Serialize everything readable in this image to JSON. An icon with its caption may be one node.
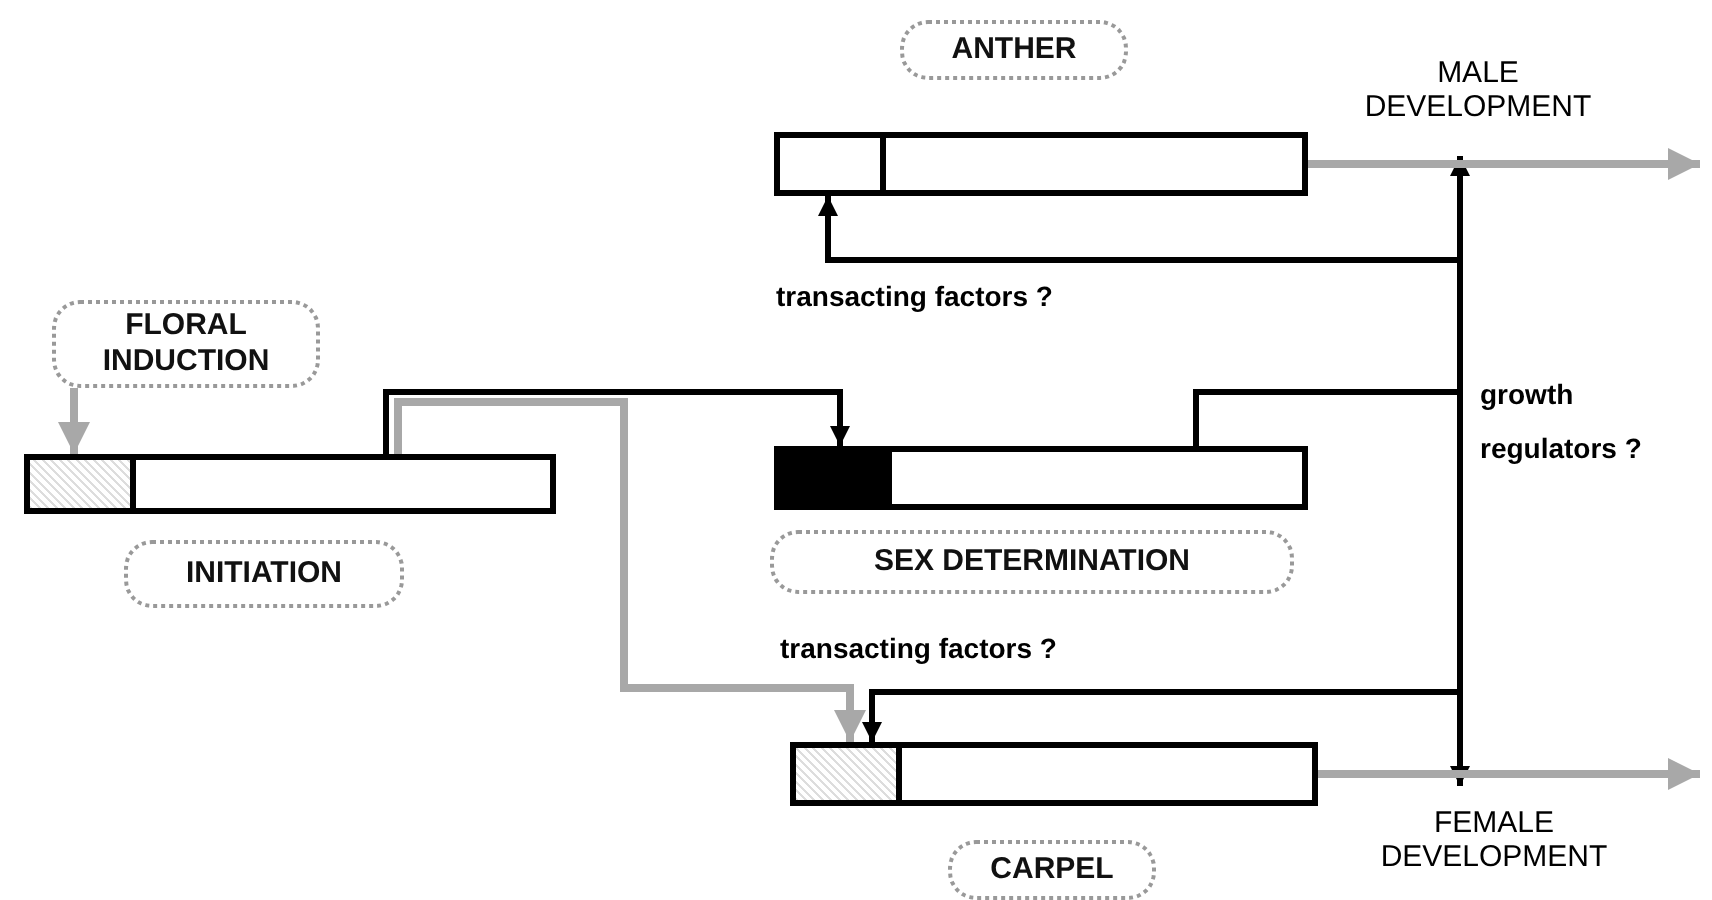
{
  "diagram": {
    "nodes": [
      {
        "text": [
          "FLORAL INDUCTION"
        ]
      },
      {
        "text": [],
        "shape": "bar"
      },
      {
        "text": [
          "INITIATION"
        ]
      },
      {
        "text": [
          "ANTHER"
        ]
      },
      {
        "text": [],
        "shape": "bar"
      },
      {
        "text": [],
        "shape": "bar"
      },
      {
        "text": [
          "SEX DETERMINATION"
        ]
      },
      {
        "text": [],
        "shape": "bar"
      },
      {
        "text": [
          "CARPEL"
        ]
      },
      {
        "text": [
          "MALE DEVELOPMENT"
        ]
      },
      {
        "text": [
          "FEMALE DEVELOPMENT"
        ]
      }
    ],
    "edges": [
      {
        "from": 0,
        "to": 1,
        "arrow": "to",
        "color": "#a8a8a8"
      },
      {
        "from": 1,
        "to": 5,
        "arrow": "to"
      },
      {
        "from": 1,
        "to": 7,
        "arrow": "to",
        "color": "#a8a8a8"
      },
      {
        "from": 5,
        "to": 4,
        "arrow": "to",
        "label": "transacting factors ?"
      },
      {
        "from": 5,
        "to": 7,
        "arrow": "to",
        "label": "transacting factors ?"
      },
      {
        "from": 5,
        "to": 9,
        "arrow": "to",
        "label": "growth regulators ?"
      },
      {
        "from": 5,
        "to": 10,
        "arrow": "to"
      },
      {
        "from": 4,
        "to": null,
        "arrow": "to",
        "color": "#a8a8a8"
      },
      {
        "from": 7,
        "to": null,
        "arrow": "to",
        "color": "#a8a8a8"
      }
    ]
  }
}
